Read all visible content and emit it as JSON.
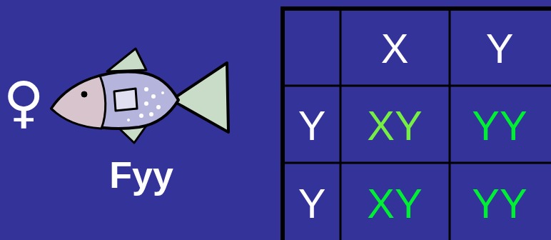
{
  "diagram": {
    "labels": [
      "♀",
      "Fyy",
      "X",
      "Y",
      "Y",
      "XY",
      "YY",
      "Y",
      "XY",
      "YY"
    ]
  }
}
